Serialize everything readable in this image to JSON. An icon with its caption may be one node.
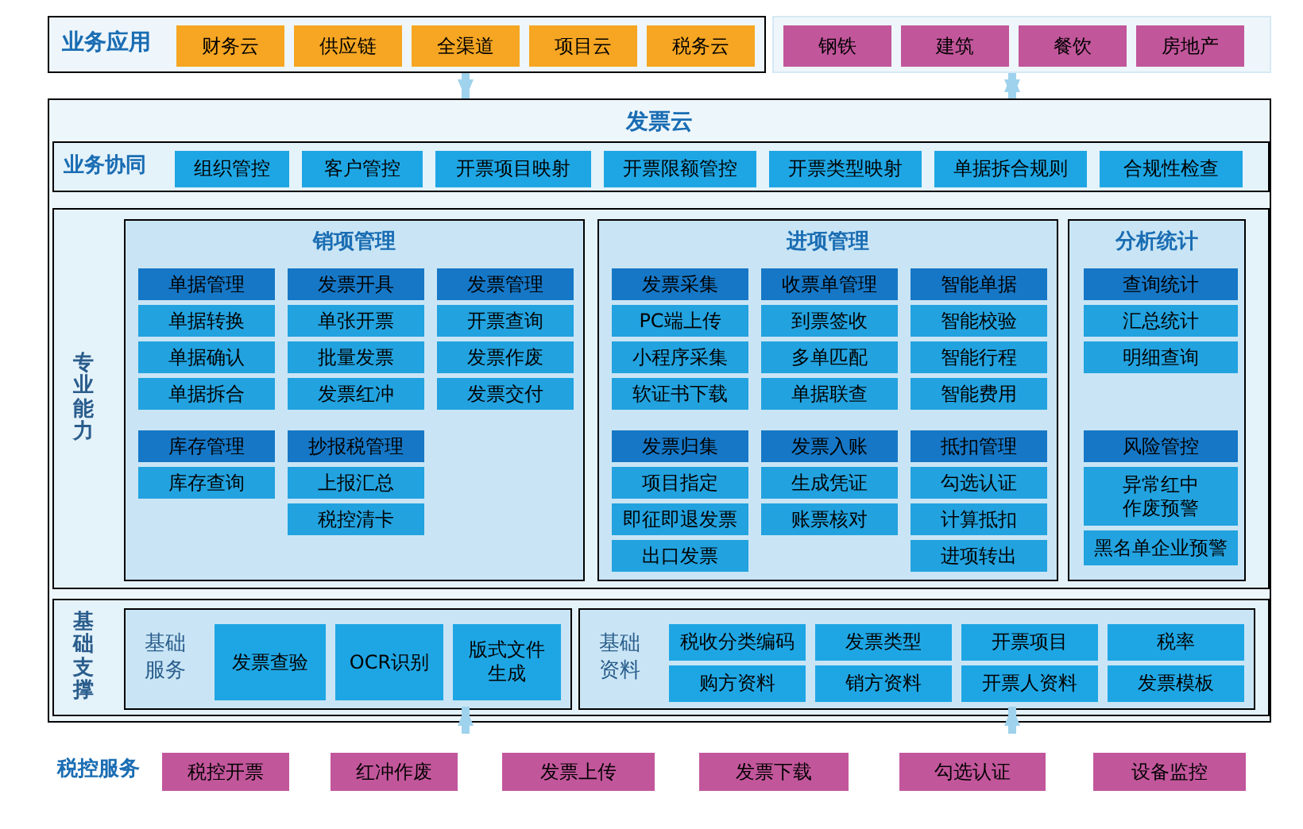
{
  "diagram": {
    "nodes": [
      {
        "text": [
          "业务应用"
        ]
      },
      {
        "text": [
          "财务云"
        ],
        "in": 0
      },
      {
        "text": [
          "供应链"
        ],
        "in": 0
      },
      {
        "text": [
          "全渠道"
        ],
        "in": 0
      },
      {
        "text": [
          "项目云"
        ],
        "in": 0
      },
      {
        "text": [
          "税务云"
        ],
        "in": 0
      },
      {
        "text": [],
        "shape": "box"
      },
      {
        "text": [
          "钢铁"
        ],
        "in": 6
      },
      {
        "text": [
          "建筑"
        ],
        "in": 6
      },
      {
        "text": [
          "餐饮"
        ],
        "in": 6
      },
      {
        "text": [
          "房地产"
        ],
        "in": 6
      },
      {
        "text": [
          "发票云"
        ]
      },
      {
        "text": [
          "业务协同"
        ],
        "in": 11
      },
      {
        "text": [
          "组织管控"
        ],
        "in": 12
      },
      {
        "text": [
          "客户管控"
        ],
        "in": 12
      },
      {
        "text": [
          "开票项目映射"
        ],
        "in": 12
      },
      {
        "text": [
          "开票限额管控"
        ],
        "in": 12
      },
      {
        "text": [
          "开票类型映射"
        ],
        "in": 12
      },
      {
        "text": [
          "单据拆合规则"
        ],
        "in": 12
      },
      {
        "text": [
          "合规性检查"
        ],
        "in": 12
      },
      {
        "text": [
          "专业能力"
        ],
        "in": 11
      },
      {
        "text": [
          "销项管理"
        ],
        "in": 20
      },
      {
        "text": [
          "单据管理"
        ],
        "in": 21
      },
      {
        "text": [
          "单据转换"
        ],
        "in": 21
      },
      {
        "text": [
          "单据确认"
        ],
        "in": 21
      },
      {
        "text": [
          "单据拆合"
        ],
        "in": 21
      },
      {
        "text": [
          "发票开具"
        ],
        "in": 21
      },
      {
        "text": [
          "单张开票"
        ],
        "in": 21
      },
      {
        "text": [
          "批量发票"
        ],
        "in": 21
      },
      {
        "text": [
          "发票红冲"
        ],
        "in": 21
      },
      {
        "text": [
          "发票管理"
        ],
        "in": 21
      },
      {
        "text": [
          "开票查询"
        ],
        "in": 21
      },
      {
        "text": [
          "发票作废"
        ],
        "in": 21
      },
      {
        "text": [
          "发票交付"
        ],
        "in": 21
      },
      {
        "text": [
          "库存管理"
        ],
        "in": 21
      },
      {
        "text": [
          "库存查询"
        ],
        "in": 21
      },
      {
        "text": [
          "抄报税管理"
        ],
        "in": 21
      },
      {
        "text": [
          "上报汇总"
        ],
        "in": 21
      },
      {
        "text": [
          "税控清卡"
        ],
        "in": 21
      },
      {
        "text": [
          "进项管理"
        ],
        "in": 20
      },
      {
        "text": [
          "发票采集"
        ],
        "in": 39
      },
      {
        "text": [
          "PC端上传"
        ],
        "in": 39
      },
      {
        "text": [
          "小程序采集"
        ],
        "in": 39
      },
      {
        "text": [
          "软证书下载"
        ],
        "in": 39
      },
      {
        "text": [
          "收票单管理"
        ],
        "in": 39
      },
      {
        "text": [
          "到票签收"
        ],
        "in": 39
      },
      {
        "text": [
          "多单匹配"
        ],
        "in": 39
      },
      {
        "text": [
          "单据联查"
        ],
        "in": 39
      },
      {
        "text": [
          "智能单据"
        ],
        "in": 39
      },
      {
        "text": [
          "智能校验"
        ],
        "in": 39
      },
      {
        "text": [
          "智能行程"
        ],
        "in": 39
      },
      {
        "text": [
          "智能费用"
        ],
        "in": 39
      },
      {
        "text": [
          "发票归集"
        ],
        "in": 39
      },
      {
        "text": [
          "项目指定"
        ],
        "in": 39
      },
      {
        "text": [
          "即征即退发票"
        ],
        "in": 39
      },
      {
        "text": [
          "出口发票"
        ],
        "in": 39
      },
      {
        "text": [
          "发票入账"
        ],
        "in": 39
      },
      {
        "text": [
          "生成凭证"
        ],
        "in": 39
      },
      {
        "text": [
          "账票核对"
        ],
        "in": 39
      },
      {
        "text": [
          "抵扣管理"
        ],
        "in": 39
      },
      {
        "text": [
          "勾选认证"
        ],
        "in": 39
      },
      {
        "text": [
          "计算抵扣"
        ],
        "in": 39
      },
      {
        "text": [
          "进项转出"
        ],
        "in": 39
      },
      {
        "text": [
          "分析统计"
        ],
        "in": 20
      },
      {
        "text": [
          "查询统计"
        ],
        "in": 63
      },
      {
        "text": [
          "汇总统计"
        ],
        "in": 63
      },
      {
        "text": [
          "明细查询"
        ],
        "in": 63
      },
      {
        "text": [
          "风险管控"
        ],
        "in": 63
      },
      {
        "text": [
          "异常红中作废预警"
        ],
        "in": 63
      },
      {
        "text": [
          "黑名单企业预警"
        ],
        "in": 63
      },
      {
        "text": [
          "基础支撑"
        ],
        "in": 11
      },
      {
        "text": [
          "基础服务"
        ],
        "in": 70
      },
      {
        "text": [
          "发票查验"
        ],
        "in": 71
      },
      {
        "text": [
          "OCR识别"
        ],
        "in": 71
      },
      {
        "text": [
          "版式文件生成"
        ],
        "in": 71
      },
      {
        "text": [
          "基础资料"
        ],
        "in": 70
      },
      {
        "text": [
          "税收分类编码"
        ],
        "in": 75
      },
      {
        "text": [
          "发票类型"
        ],
        "in": 75
      },
      {
        "text": [
          "开票项目"
        ],
        "in": 75
      },
      {
        "text": [
          "税率"
        ],
        "in": 75
      },
      {
        "text": [
          "购方资料"
        ],
        "in": 75
      },
      {
        "text": [
          "销方资料"
        ],
        "in": 75
      },
      {
        "text": [
          "开票人资料"
        ],
        "in": 75
      },
      {
        "text": [
          "发票模板"
        ],
        "in": 75
      },
      {
        "text": [
          "税控服务"
        ]
      },
      {
        "text": [
          "税控开票"
        ],
        "in": 84
      },
      {
        "text": [
          "红冲作废"
        ],
        "in": 84
      },
      {
        "text": [
          "发票上传"
        ],
        "in": 84
      },
      {
        "text": [
          "发票下载"
        ],
        "in": 84
      },
      {
        "text": [
          "勾选认证"
        ],
        "in": 84
      },
      {
        "text": [
          "设备监控"
        ],
        "in": 84
      }
    ],
    "edges": [
      {
        "from": 0,
        "to": 11,
        "arrow": "to"
      },
      {
        "from": 6,
        "to": 11,
        "arrow": "both"
      },
      {
        "from": 84,
        "to": 71,
        "arrow": "to"
      },
      {
        "from": 84,
        "to": 75,
        "arrow": "to"
      }
    ]
  }
}
